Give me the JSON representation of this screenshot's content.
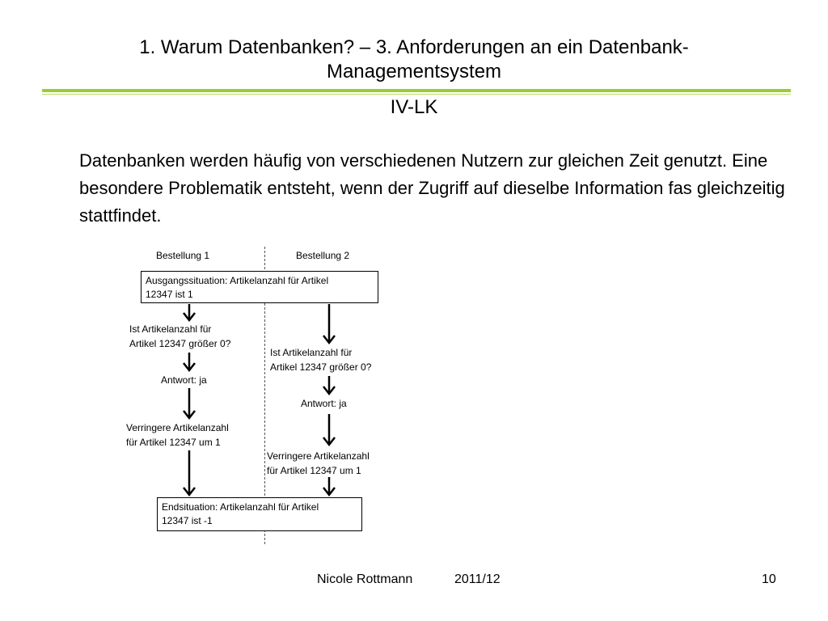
{
  "slide": {
    "title_line1": "1. Warum Datenbanken? – 3. Anforderungen an ein Datenbank-",
    "title_line2": "Managementsystem",
    "subtitle": "IV-LK",
    "body": "Datenbanken werden häufig von verschiedenen Nutzern zur gleichen Zeit genutzt. Eine besondere Problematik entsteht, wenn der Zugriff auf dieselbe Information fas gleichzeitig stattfindet."
  },
  "diagram": {
    "col1_header": "Bestellung 1",
    "col2_header": "Bestellung 2",
    "start_line1": "Ausgangssituation: Artikelanzahl für Artikel",
    "start_line2": "12347 ist 1",
    "col1": {
      "q_line1": "Ist Artikelanzahl für",
      "q_line2": "Artikel 12347 größer 0?",
      "answer": "Antwort: ja",
      "reduce_line1": "Verringere Artikelanzahl",
      "reduce_line2": "für Artikel 12347 um 1"
    },
    "col2": {
      "q_line1": "Ist Artikelanzahl für",
      "q_line2": "Artikel 12347 größer 0?",
      "answer": "Antwort: ja",
      "reduce_line1": "Verringere Artikelanzahl",
      "reduce_line2": "für Artikel 12347 um 1"
    },
    "end_line1": "Endsituation: Artikelanzahl für Artikel",
    "end_line2": "12347 ist -1"
  },
  "footer": {
    "author": "Nicole Rottmann",
    "date": "2011/12",
    "page": "10"
  }
}
